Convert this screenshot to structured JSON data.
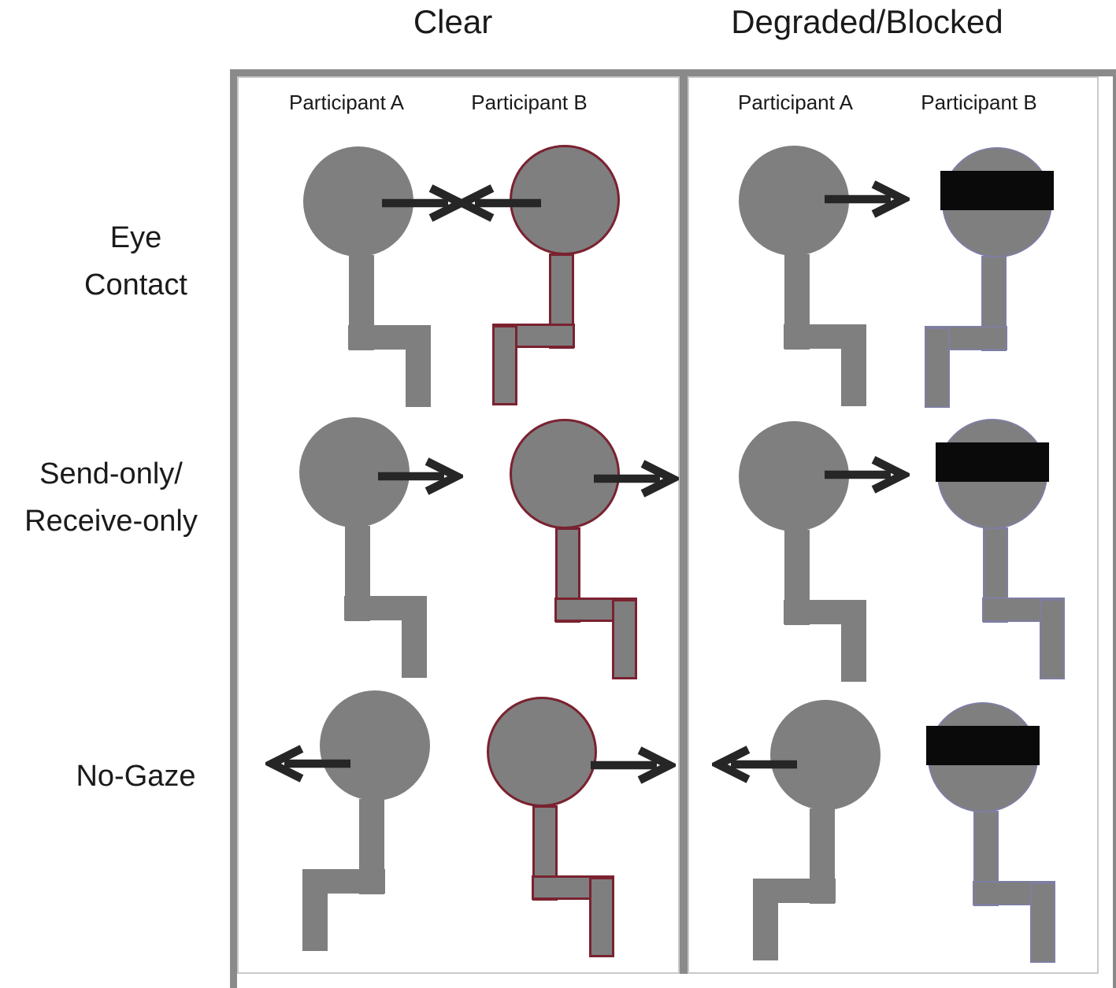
{
  "column_headers": {
    "clear": "Clear",
    "degraded_blocked": "Degraded/Blocked"
  },
  "row_labels": [
    {
      "id": "eye-contact",
      "lines": [
        "Eye",
        "Contact"
      ]
    },
    {
      "id": "send-only-receive-only",
      "lines": [
        "Send-only/",
        "Receive-only"
      ]
    },
    {
      "id": "no-gaze",
      "lines": [
        "No-Gaze"
      ]
    }
  ],
  "panels": [
    {
      "id": "clear",
      "header": "Clear",
      "participant_labels": {
        "a": "Participant A",
        "b": "Participant B"
      },
      "rows": [
        {
          "condition": "Eye Contact",
          "participant_a": {
            "facing": "right",
            "gaze_arrow": "right-toward-partner",
            "head_outline": "none",
            "gaze_blocked": false
          },
          "participant_b": {
            "facing": "left",
            "gaze_arrow": "left-toward-partner",
            "head_outline": "maroon",
            "gaze_blocked": false
          }
        },
        {
          "condition": "Send-only/Receive-only",
          "participant_a": {
            "facing": "right",
            "gaze_arrow": "right-toward-partner",
            "head_outline": "none",
            "gaze_blocked": false
          },
          "participant_b": {
            "facing": "right",
            "gaze_arrow": "right-away-from-partner",
            "head_outline": "maroon",
            "gaze_blocked": false
          }
        },
        {
          "condition": "No-Gaze",
          "participant_a": {
            "facing": "left",
            "gaze_arrow": "left-away-from-partner",
            "head_outline": "none",
            "gaze_blocked": false
          },
          "participant_b": {
            "facing": "right",
            "gaze_arrow": "right-away-from-partner",
            "head_outline": "maroon",
            "gaze_blocked": false
          }
        }
      ]
    },
    {
      "id": "degraded-blocked",
      "header": "Degraded/Blocked",
      "participant_labels": {
        "a": "Participant A",
        "b": "Participant B"
      },
      "rows": [
        {
          "condition": "Eye Contact",
          "participant_a": {
            "facing": "right",
            "gaze_arrow": "right-toward-partner",
            "head_outline": "none",
            "gaze_blocked": false
          },
          "participant_b": {
            "facing": "left",
            "gaze_arrow": "none",
            "head_outline": "slate",
            "gaze_blocked": true,
            "blindfold": true
          }
        },
        {
          "condition": "Send-only/Receive-only",
          "participant_a": {
            "facing": "right",
            "gaze_arrow": "right-toward-partner",
            "head_outline": "none",
            "gaze_blocked": false
          },
          "participant_b": {
            "facing": "right",
            "gaze_arrow": "none",
            "head_outline": "slate",
            "gaze_blocked": true,
            "blindfold": true
          }
        },
        {
          "condition": "No-Gaze",
          "participant_a": {
            "facing": "left",
            "gaze_arrow": "left-away-from-partner",
            "head_outline": "none",
            "gaze_blocked": false
          },
          "participant_b": {
            "facing": "right",
            "gaze_arrow": "none",
            "head_outline": "slate",
            "gaze_blocked": true,
            "blindfold": true
          }
        }
      ]
    }
  ],
  "colors": {
    "figure_gray": "#7f7f7f",
    "outline_maroon": "#7a2230",
    "outline_slate": "#7e7ea2",
    "blindfold_black": "#0a0a0a",
    "arrow_black": "#262626",
    "panel_border_gray": "#8a8a8a",
    "text_color": "#1a1a1a",
    "background": "#ffffff"
  }
}
